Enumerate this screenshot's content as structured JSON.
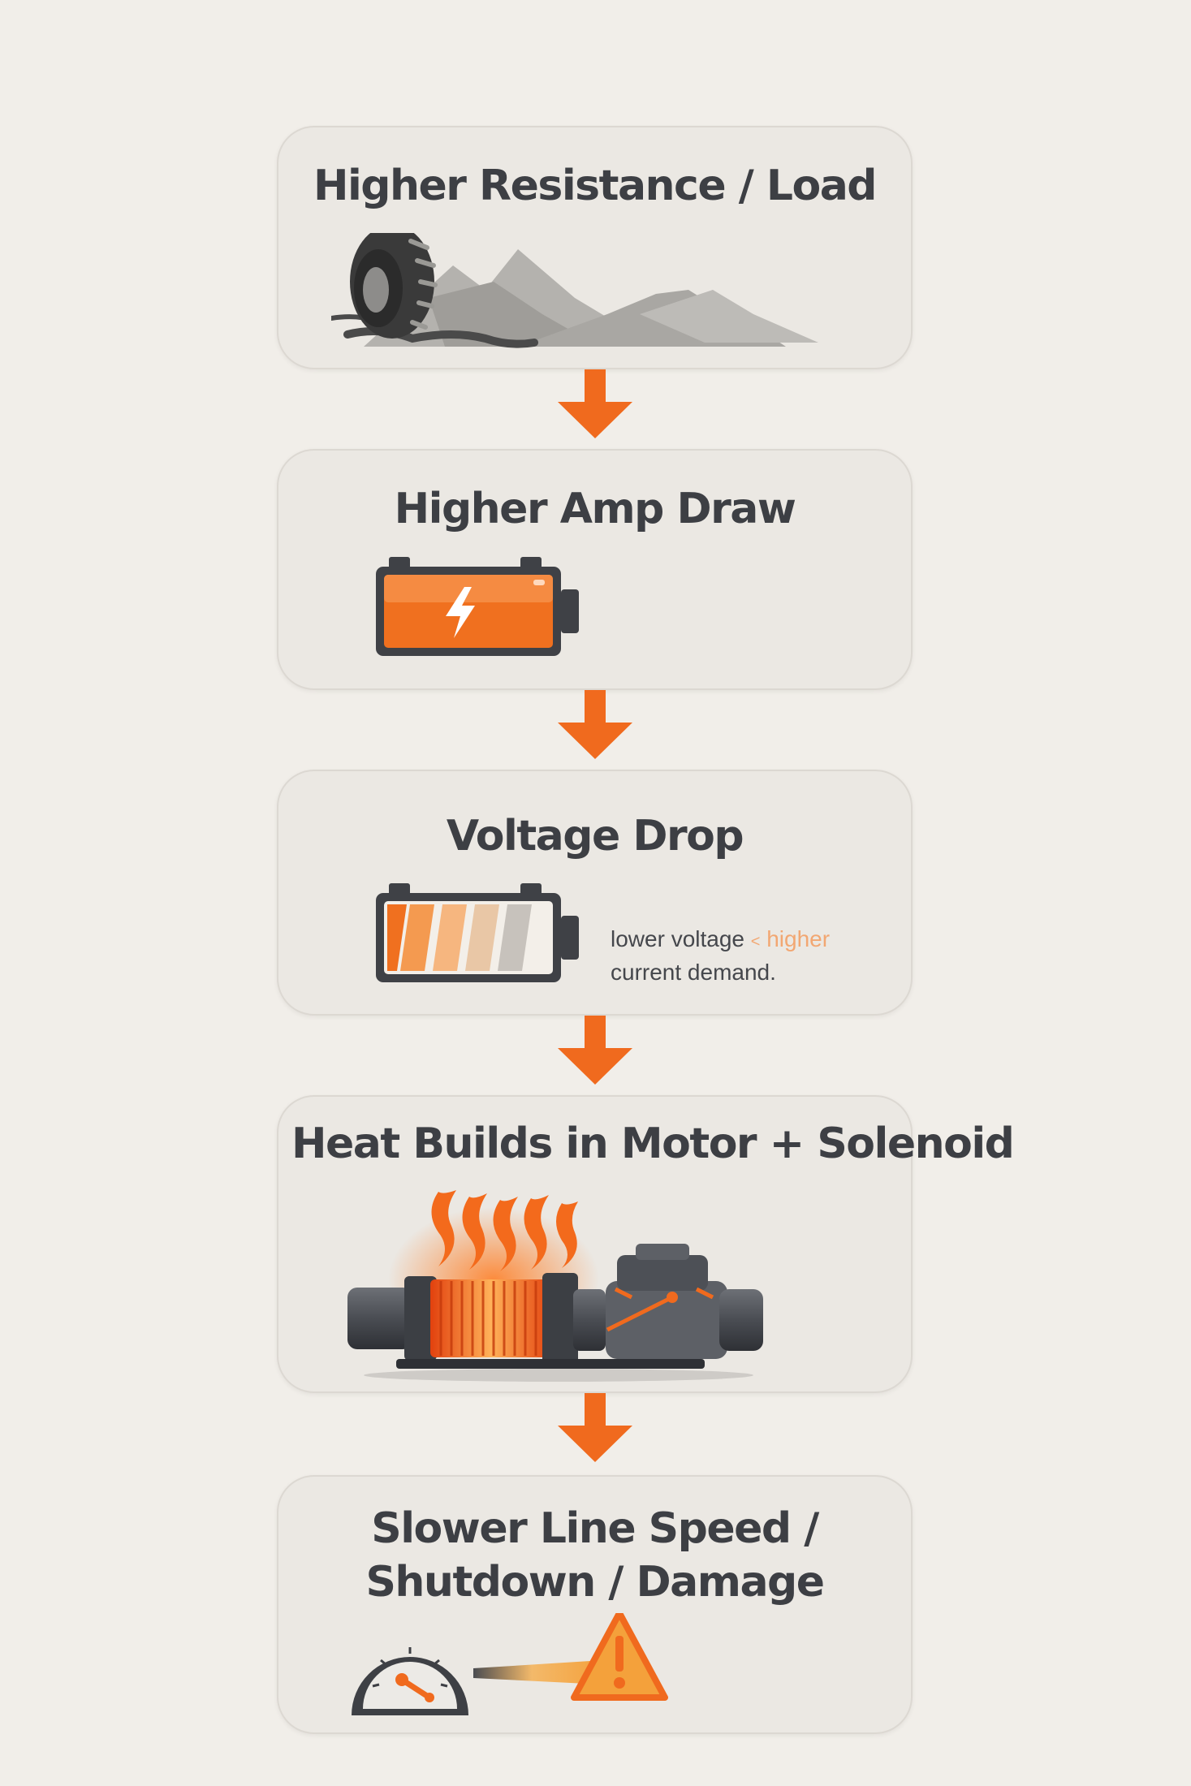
{
  "steps": [
    {
      "title": "Higher Resistance / Load",
      "illustration": "tire-on-rough-terrain-icon"
    },
    {
      "title": "Higher Amp Draw",
      "illustration": "charged-battery-lightning-icon"
    },
    {
      "title": "Voltage Drop",
      "illustration": "depleting-battery-icon",
      "note": {
        "part1": "lower voltage",
        "arrow": "<",
        "part2": "higher",
        "part3": "current demand."
      }
    },
    {
      "title": "Heat Builds in Motor + Solenoid",
      "illustration": "overheating-winch-motor-icon"
    },
    {
      "title_line1": "Slower Line Speed /",
      "title_line2": "Shutdown / Damage",
      "illustration": "gauge-and-warning-icon"
    }
  ],
  "colors": {
    "background": "#f1eee9",
    "card": "#ebe8e3",
    "accent_orange": "#f06a1e",
    "text": "#3d3f44"
  }
}
